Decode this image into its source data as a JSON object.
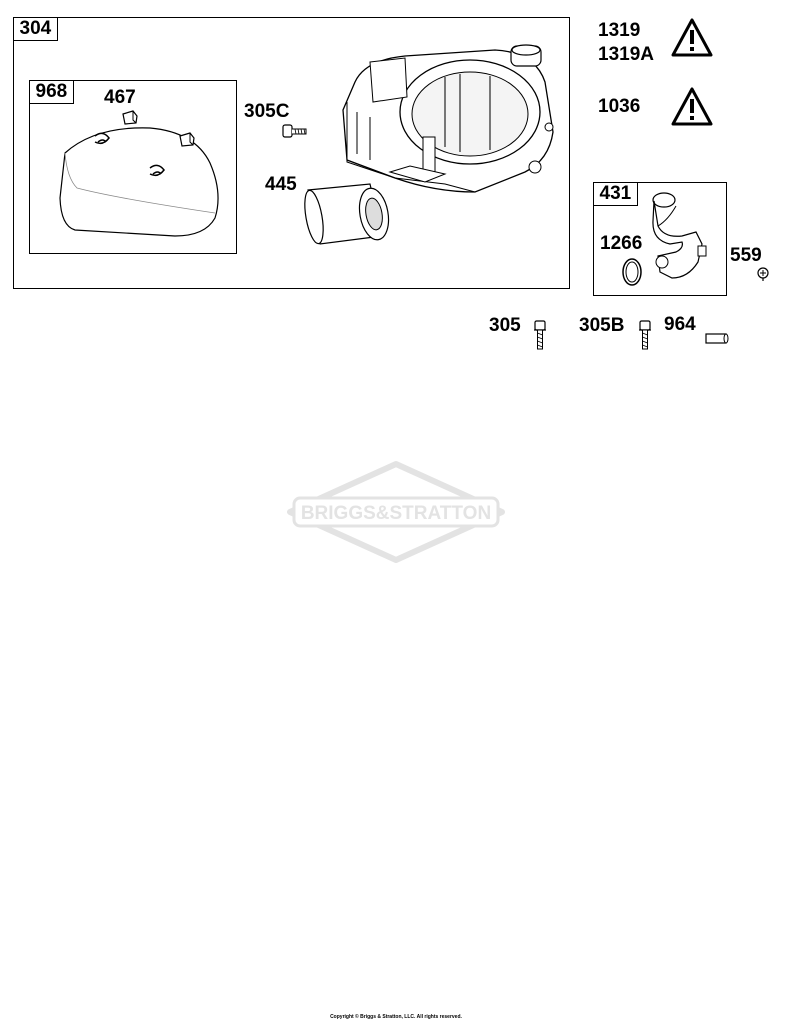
{
  "main_box": {
    "label": "304"
  },
  "sub_box_left": {
    "label": "968"
  },
  "sub_box_right": {
    "label": "431"
  },
  "callouts": {
    "c467": "467",
    "c305c": "305C",
    "c445": "445",
    "c1319": "1319",
    "c1319a": "1319A",
    "c1036": "1036",
    "c1266": "1266",
    "c559": "559",
    "c305": "305",
    "c305b": "305B",
    "c964": "964"
  },
  "watermark": {
    "text": "BRIGGS&STRATTON"
  },
  "footer": {
    "copyright": "Copyright © Briggs & Stratton, LLC. All rights reserved."
  }
}
